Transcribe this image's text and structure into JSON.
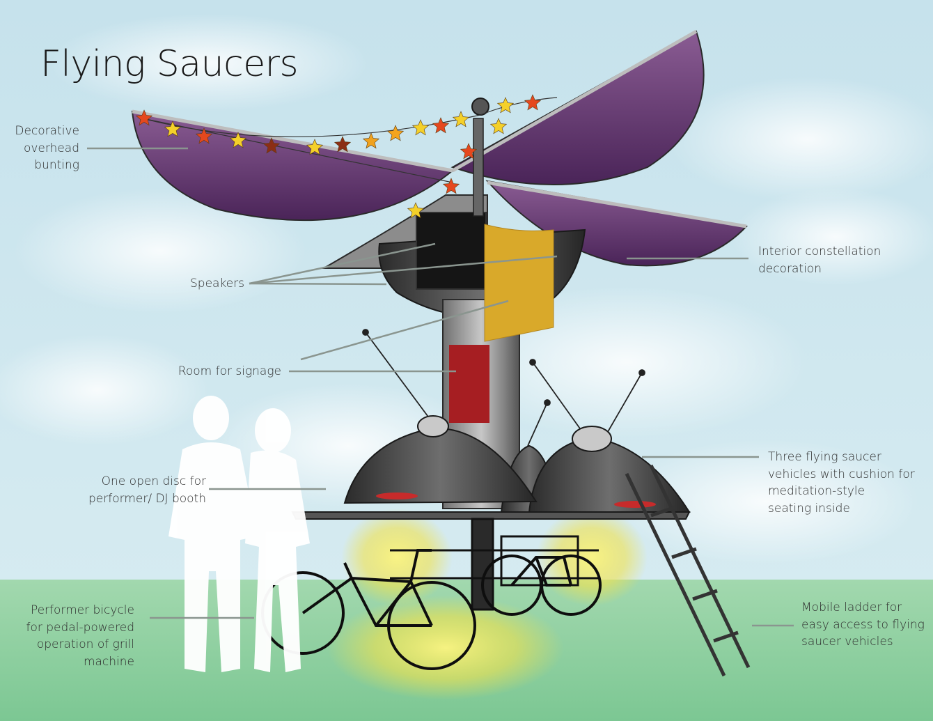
{
  "title": "Flying Saucers",
  "colors": {
    "sky": "#cfe6ee",
    "grass": "#8fd0a0",
    "canopy": "#6a3f7a",
    "metal": "#4a4a4a",
    "signage_yellow": "#d9a92a",
    "signage_red": "#a61e22",
    "glow": "#f2ea5c",
    "leader_line": "#8a958f",
    "silhouette": "#ffffff"
  },
  "callouts": {
    "bunting": [
      "Decorative",
      "overhead",
      "bunting"
    ],
    "speakers": [
      "Speakers"
    ],
    "signage": [
      "Room for signage"
    ],
    "dj_disc": [
      "One open disc for",
      "performer/ DJ booth"
    ],
    "bicycle": [
      "Performer bicycle",
      "for pedal-powered",
      "operation of grill",
      "machine"
    ],
    "constellation": [
      "Interior constellation",
      "decoration"
    ],
    "vehicles": [
      "Three flying saucer",
      "vehicles with cushion for",
      "meditation-style",
      "seating inside"
    ],
    "ladder": [
      "Mobile ladder for",
      "easy access to flying",
      "saucer vehicles"
    ]
  },
  "icons": {
    "bunting": "star-icon",
    "people": "person-silhouette-icon",
    "vehicle": "bicycle-icon",
    "ladder": "ladder-icon"
  }
}
